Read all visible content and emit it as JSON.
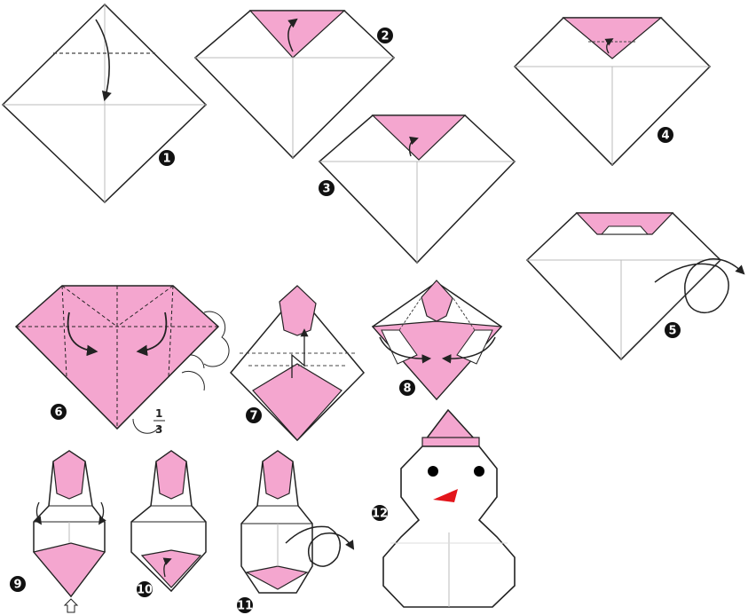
{
  "colors": {
    "paper": "#ffffff",
    "pink": "#f4a6cf",
    "line": "#222222",
    "crease": "#999999",
    "nose": "#e3151b",
    "eye": "#000000"
  },
  "steps": [
    {
      "number": "1"
    },
    {
      "number": "2"
    },
    {
      "number": "3"
    },
    {
      "number": "4"
    },
    {
      "number": "5"
    },
    {
      "number": "6"
    },
    {
      "number": "7"
    },
    {
      "number": "8"
    },
    {
      "number": "9"
    },
    {
      "number": "10"
    },
    {
      "number": "11"
    },
    {
      "number": "12"
    }
  ],
  "annotations": {
    "fraction_numerator": "1",
    "fraction_denominator": "3"
  }
}
